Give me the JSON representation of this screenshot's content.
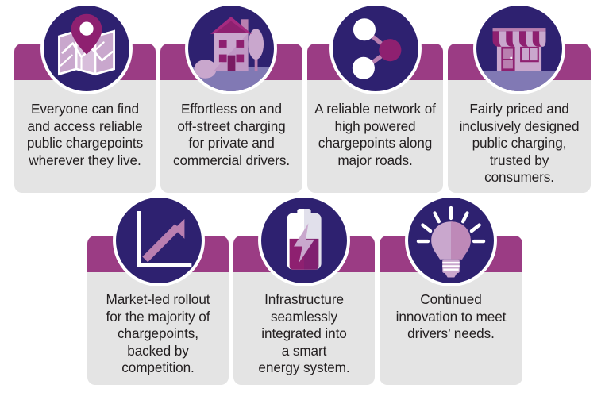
{
  "document": {
    "title": "EV chargepoint vision infographic",
    "background_color": "#ffffff"
  },
  "palette": {
    "card_body": "#e4e4e4",
    "card_band": "#9b3c84",
    "circle_navy": "#2e2170",
    "circle_ring": "#ffffff",
    "text": "#231f20",
    "accent_magenta": "#8e2070",
    "accent_mauve": "#b97fb0",
    "accent_lilac": "#c9a7cd",
    "ground_periwinkle": "#8179b4"
  },
  "rows": [
    {
      "name": "top-row",
      "cards": [
        {
          "id": "card-find-access",
          "icon": "map-pin-icon",
          "icon_label": "Folded map with location pin",
          "text": "Everyone can find\nand access reliable\npublic chargepoints\nwherever they live."
        },
        {
          "id": "card-on-off-street",
          "icon": "house-icon",
          "icon_label": "House with tree",
          "text": "Effortless on and\noff-street charging\nfor private and\ncommercial drivers."
        },
        {
          "id": "card-reliable-network",
          "icon": "network-nodes-icon",
          "icon_label": "Three connected network nodes",
          "text": "A reliable network of\nhigh powered\nchargepoints along\nmajor roads."
        },
        {
          "id": "card-fairly-priced",
          "icon": "shopfront-icon",
          "icon_label": "Shopfront with striped awning",
          "text": "Fairly priced and\ninclusively designed\npublic charging,\ntrusted by\nconsumers."
        }
      ]
    },
    {
      "name": "bottom-row",
      "cards": [
        {
          "id": "card-market-led",
          "icon": "growth-chart-arrow-icon",
          "icon_label": "Chart axes with upward arrow",
          "text": "Market-led rollout\nfor the majority of\nchargepoints,\nbacked by\ncompetition."
        },
        {
          "id": "card-smart-energy",
          "icon": "battery-charging-icon",
          "icon_label": "Battery with lightning bolt",
          "text": "Infrastructure\nseamlessly\nintegrated into\na smart\nenergy system."
        },
        {
          "id": "card-innovation",
          "icon": "lightbulb-icon",
          "icon_label": "Lightbulb with rays",
          "text": "Continued\ninnovation to meet\ndrivers’ needs."
        }
      ]
    }
  ]
}
